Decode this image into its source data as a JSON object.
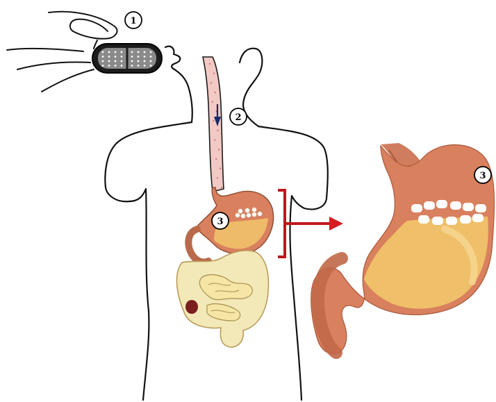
{
  "markers": [
    {
      "id": "step-1",
      "label": "1"
    },
    {
      "id": "step-2",
      "label": "2"
    },
    {
      "id": "step-3",
      "label": "3"
    },
    {
      "id": "step-3-zoom",
      "label": "3"
    }
  ],
  "colors": {
    "outline": "#111111",
    "capsule_body": "#1c1c1c",
    "capsule_fill": "#8a8a8a",
    "esophagus": "#f2c9c4",
    "stomach": "#d9805e",
    "stomach_inner": "#f1c56a",
    "intestine_small": "#f5e6a6",
    "intestine_large": "#f3e9b8",
    "bracket": "#c0171c",
    "arrow": "#d61c22",
    "colon_spot": "#7a1e1e"
  }
}
